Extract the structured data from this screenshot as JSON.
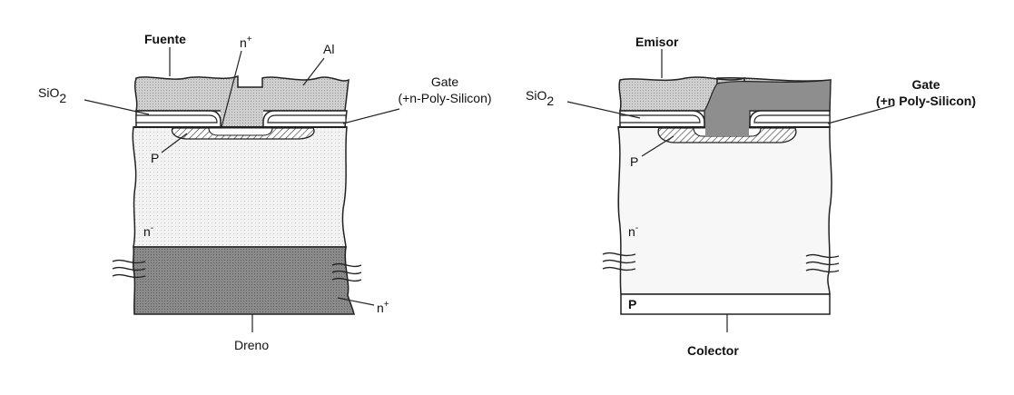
{
  "mosfet": {
    "fuente": "Fuente",
    "n_plus_top_base": "n",
    "n_plus_top_sup": "+",
    "al": "Al",
    "sio2_base": "SiO",
    "sio2_sub": "2",
    "gate_line1": "Gate",
    "gate_line2": "(+n-Poly-Silicon)",
    "p": "P",
    "n_minus_base": "n",
    "n_minus_sup": "-",
    "n_plus_bottom_base": "n",
    "n_plus_bottom_sup": "+",
    "dreno": "Dreno"
  },
  "igbt": {
    "emisor": "Emisor",
    "sio2_base": "SiO",
    "sio2_sub": "2",
    "gate_line1": "Gate",
    "gate_line2": "(+n Poly-Silicon)",
    "p_top": "P",
    "n_minus_base": "n",
    "n_minus_sup": "-",
    "p_bottom": "P",
    "colector": "Colector"
  }
}
